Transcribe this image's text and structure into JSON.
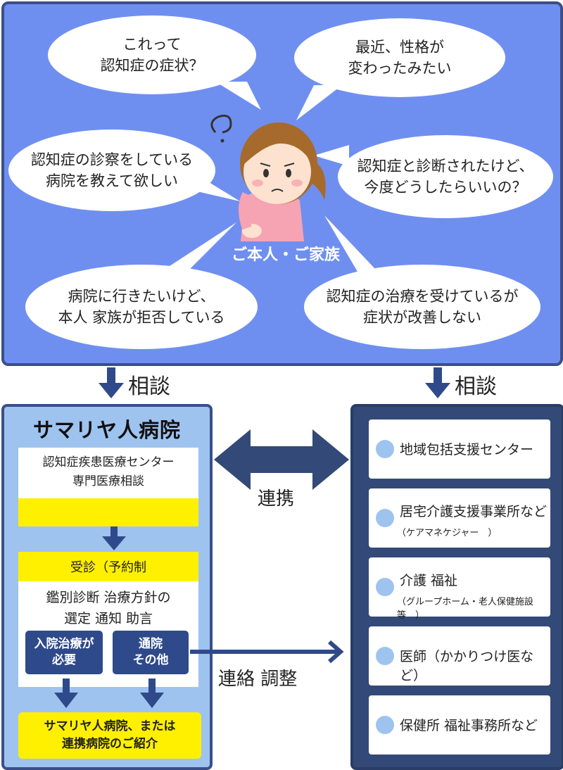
{
  "concerns": {
    "bubble1": "これって\n認知症の症状？",
    "bubble2": "最近、性格が\n変わったみたい",
    "bubble3": "認知症の診察をしている\n病院を教えて欲しい",
    "bubble4": "認知症と診断されたけど、\n今度どうしたらいいの？",
    "bubble5": "病院に行きたいけど、\n本人 家族が拒否している",
    "bubble6": "認知症の治療を受けているが\n症状が改善しない",
    "person_label": "ご本人・ご家族"
  },
  "flow": {
    "consult_left": "相談",
    "consult_right": "相談",
    "cooperation": "連携",
    "contact_adjust": "連絡 調整"
  },
  "hospital": {
    "title": "サマリヤ人病院",
    "center_line": "認知症疾患医療センター\n専門医療相談",
    "exam_header": "受診（予約制",
    "exam_body": "鑑別診断 治療方針の\n選定 通知 助言",
    "btn_inpatient": "入院治療が\n必要",
    "btn_outpatient": "通院\nその他",
    "referral": "サマリヤ人病院、または\n連携病院のご紹介"
  },
  "partners": [
    {
      "name": "地域包括支援センター",
      "sub": ""
    },
    {
      "name": "居宅介護支援事業所など",
      "sub": "（ケアマネケジャー　）"
    },
    {
      "name": "介護 福祉",
      "sub": "（グループホーム・老人保健施設等　）"
    },
    {
      "name": "医師（かかりつけ医など）",
      "sub": ""
    },
    {
      "name": "保健所 福祉事務所など",
      "sub": ""
    }
  ],
  "colors": {
    "top_panel": "#6f8ff0",
    "dark_navy": "#334977",
    "light_blue": "#9ec3ef",
    "yellow": "#fff000",
    "arrow": "#2f4a8a"
  }
}
